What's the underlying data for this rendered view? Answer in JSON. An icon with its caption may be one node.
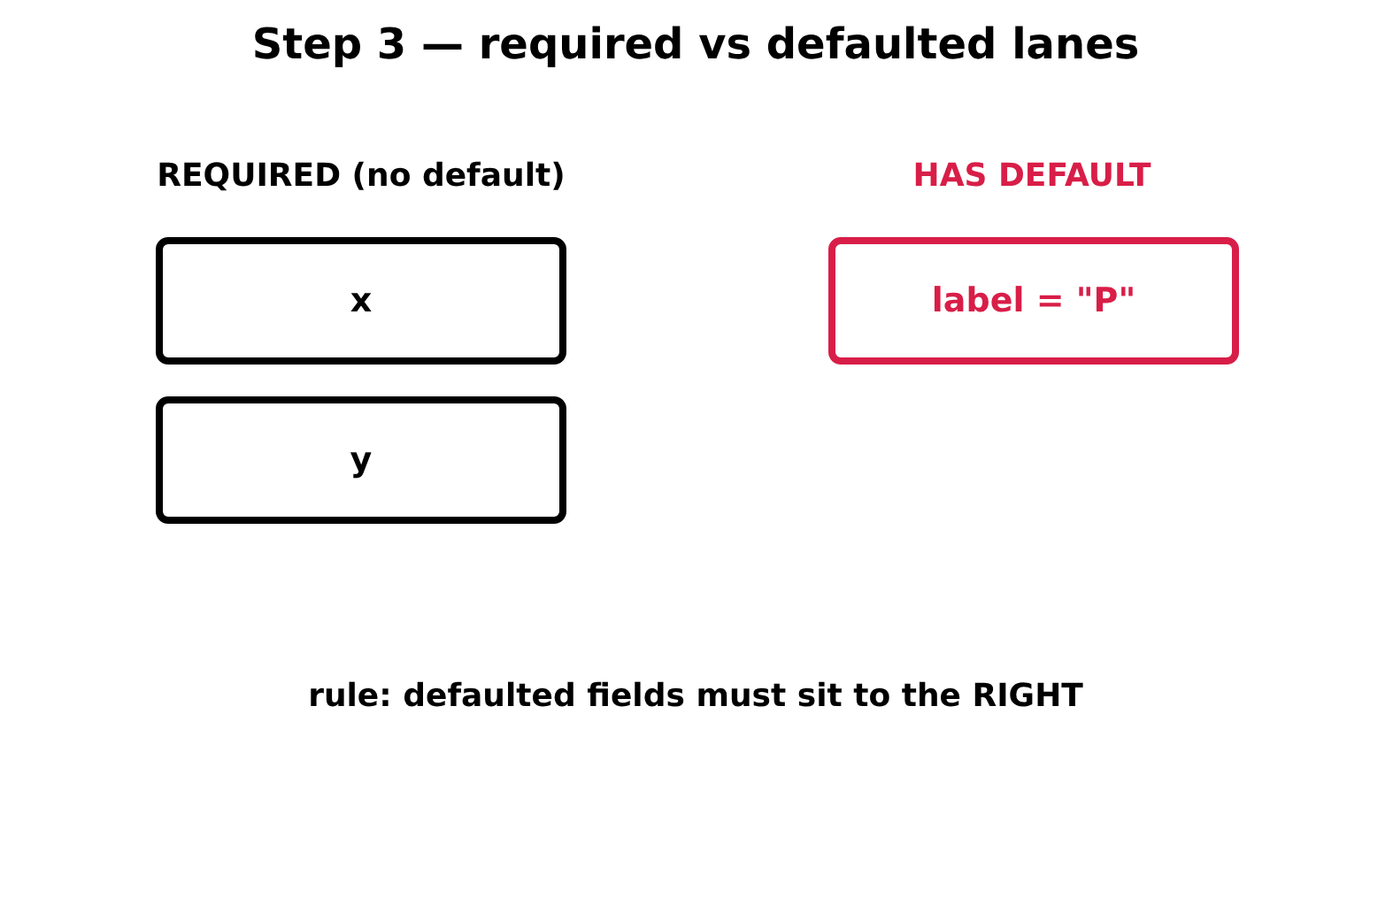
{
  "diagram": {
    "title": "Step 3 — required vs defaulted lanes",
    "nodes": [
      {
        "text": [
          "x"
        ]
      },
      {
        "text": [
          "y"
        ]
      },
      {
        "text": [
          "label = \"P\""
        ]
      }
    ],
    "labels": [
      "REQUIRED (no default)",
      "HAS DEFAULT",
      "rule: defaulted fields must sit to the RIGHT"
    ]
  }
}
